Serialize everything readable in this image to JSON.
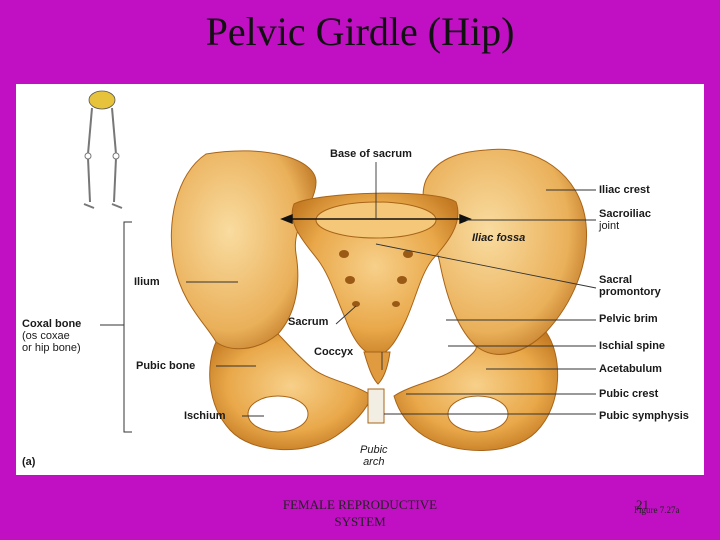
{
  "slide": {
    "title": "Pelvic Girdle (Hip)",
    "footer_text_line1": "FEMALE REPRODUCTIVE",
    "footer_text_line2": "SYSTEM",
    "page_number": "21",
    "figure_ref": "Figure 7.27a"
  },
  "diagram": {
    "panel_label": "(a)",
    "labels": {
      "base_of_sacrum": "Base of sacrum",
      "iliac_crest": "Iliac crest",
      "sacroiliac_joint_1": "Sacroiliac",
      "sacroiliac_joint_2": "joint",
      "iliac_fossa": "Iliac fossa",
      "ilium": "Ilium",
      "sacral_promontory_1": "Sacral",
      "sacral_promontory_2": "promontory",
      "coxal_bone_1": "Coxal bone",
      "coxal_bone_2": "(os coxae",
      "coxal_bone_3": "or hip bone)",
      "sacrum": "Sacrum",
      "pelvic_brim": "Pelvic brim",
      "coccyx": "Coccyx",
      "ischial_spine": "Ischial spine",
      "pubic_bone": "Pubic bone",
      "acetabulum": "Acetabulum",
      "pubic_crest": "Pubic crest",
      "ischium": "Ischium",
      "pubic_symphysis": "Pubic symphysis",
      "pubic_arch_1": "Pubic",
      "pubic_arch_2": "arch"
    },
    "colors": {
      "background": "#c10fc4",
      "bone": "#e9a84a",
      "bone_dark": "#c47a22",
      "bone_light": "#f7d08a"
    }
  }
}
